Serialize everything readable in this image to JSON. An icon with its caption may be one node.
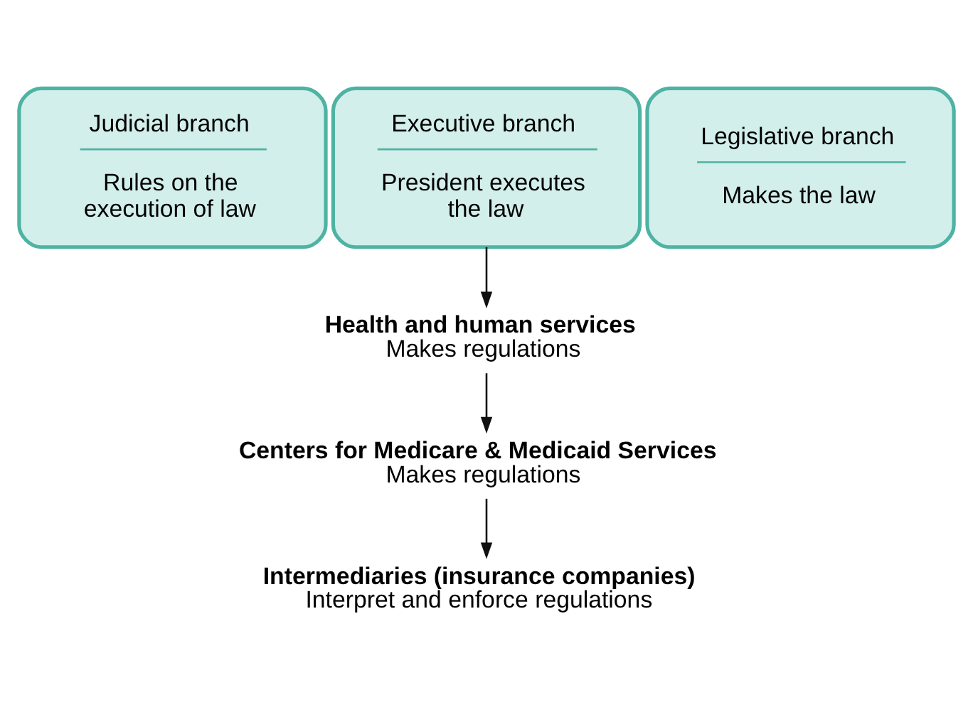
{
  "diagram": {
    "nodes": [
      {
        "text": [
          "Judicial branch",
          "Rules on the execution of law"
        ]
      },
      {
        "text": [
          "Executive branch",
          "President executes the law"
        ]
      },
      {
        "text": [
          "Legislative branch",
          "Makes the law"
        ]
      },
      {
        "text": [
          "Health and human services",
          "Makes regulations"
        ]
      },
      {
        "text": [
          "Centers for Medicare & Medicaid Services",
          "Makes regulations"
        ]
      },
      {
        "text": [
          "Intermediaries (insurance companies)",
          "Interpret and enforce regulations"
        ]
      }
    ],
    "edges": [
      {
        "from": 1,
        "to": 3,
        "arrow": "to"
      },
      {
        "from": 3,
        "to": 4,
        "arrow": "to"
      },
      {
        "from": 4,
        "to": 5,
        "arrow": "to"
      }
    ]
  }
}
